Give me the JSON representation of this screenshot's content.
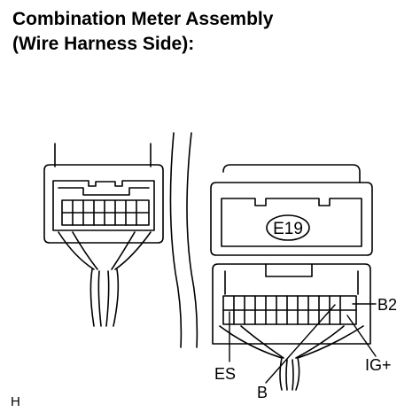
{
  "title": {
    "line1": "Combination Meter Assembly",
    "line2": "(Wire Harness Side):"
  },
  "connector": {
    "code": "E19"
  },
  "terminals": {
    "b2": "B2",
    "es": "ES",
    "b": "B",
    "ig": "IG+"
  },
  "corner_mark": "H",
  "colors": {
    "line": "#000000",
    "background": "#ffffff"
  }
}
